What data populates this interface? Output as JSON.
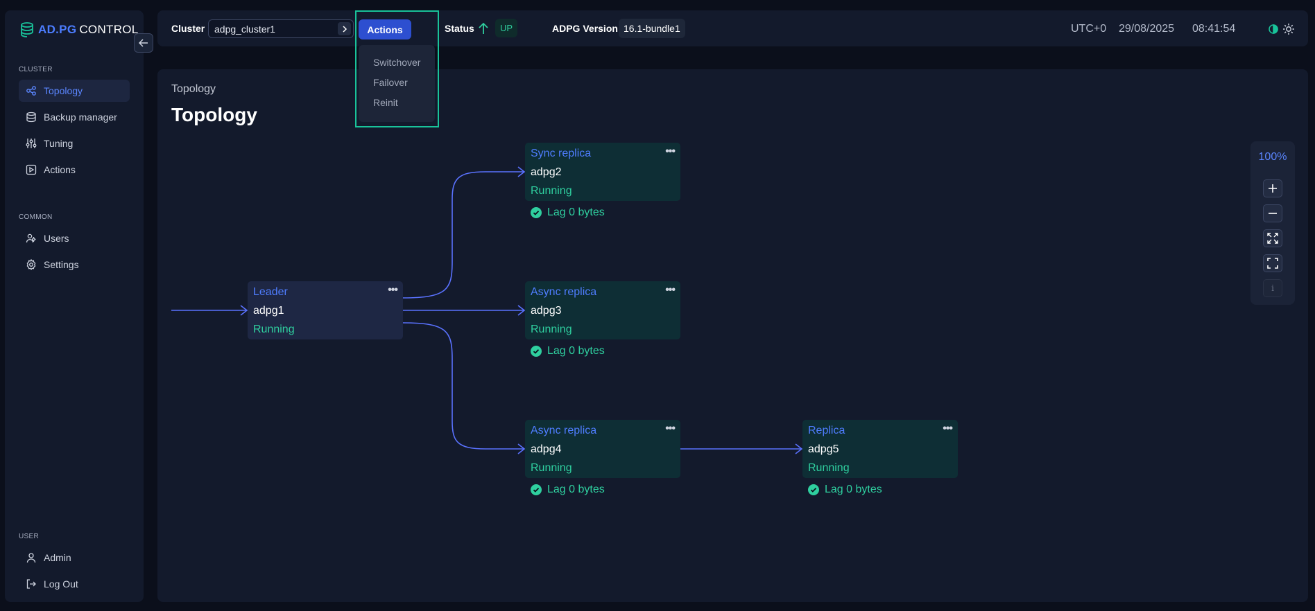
{
  "app": {
    "logo_text_a": "AD.PG",
    "logo_text_b": " CONTROL"
  },
  "sidebar": {
    "sections": [
      {
        "label": "CLUSTER",
        "items": [
          {
            "label": "Topology",
            "icon": "topology-icon",
            "active": true
          },
          {
            "label": "Backup manager",
            "icon": "database-icon"
          },
          {
            "label": "Tuning",
            "icon": "tuning-icon"
          },
          {
            "label": "Actions",
            "icon": "play-box-icon"
          }
        ]
      },
      {
        "label": "COMMON",
        "items": [
          {
            "label": "Users",
            "icon": "users-icon"
          },
          {
            "label": "Settings",
            "icon": "gear-icon"
          }
        ]
      },
      {
        "label": "USER",
        "items": [
          {
            "label": "Admin",
            "icon": "user-icon"
          },
          {
            "label": "Log Out",
            "icon": "logout-icon"
          }
        ]
      }
    ]
  },
  "header": {
    "cluster_label": "Cluster",
    "cluster_value": "adpg_cluster1",
    "actions_label": "Actions",
    "status_label": "Status",
    "status_value": "UP",
    "version_label": "ADPG Version",
    "version_value": "16.1-bundle1",
    "timezone": "UTC+0",
    "date": "29/08/2025",
    "time": "08:41:54"
  },
  "actions_menu": {
    "items": [
      "Switchover",
      "Failover",
      "Reinit"
    ]
  },
  "main": {
    "breadcrumb": "Topology",
    "title": "Topology"
  },
  "topology": {
    "nodes": [
      {
        "id": "adpg1",
        "role": "Leader",
        "host": "adpg1",
        "state": "Running"
      },
      {
        "id": "adpg2",
        "role": "Sync replica",
        "host": "adpg2",
        "state": "Running",
        "lag": "Lag 0 bytes"
      },
      {
        "id": "adpg3",
        "role": "Async replica",
        "host": "adpg3",
        "state": "Running",
        "lag": "Lag 0 bytes"
      },
      {
        "id": "adpg4",
        "role": "Async replica",
        "host": "adpg4",
        "state": "Running",
        "lag": "Lag 0 bytes"
      },
      {
        "id": "adpg5",
        "role": "Replica",
        "host": "adpg5",
        "state": "Running",
        "lag": "Lag 0 bytes"
      }
    ],
    "node_menu_glyph": "•••"
  },
  "zoom": {
    "level": "100%",
    "info_glyph": "i"
  },
  "colors": {
    "accent": "#4f7dff",
    "success": "#2fcf9f",
    "highlight": "#19c39a",
    "edge": "#5a72ff"
  }
}
